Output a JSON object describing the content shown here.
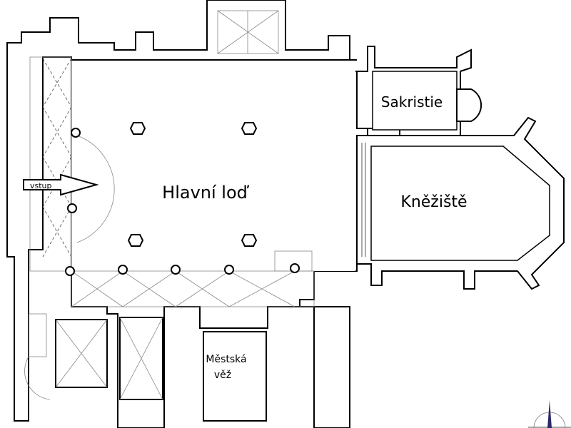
{
  "plan": {
    "rooms": {
      "nave": "Hlavní loď",
      "sacristy": "Sakristie",
      "chancel": "Kněžiště",
      "tower_line1": "Městská",
      "tower_line2": "věž"
    },
    "entrance_label": "vstup",
    "north_arrow_icon": "north-arrow-icon",
    "colors": {
      "walls": "#000000",
      "north_arrow": "#2a2a6a"
    }
  }
}
